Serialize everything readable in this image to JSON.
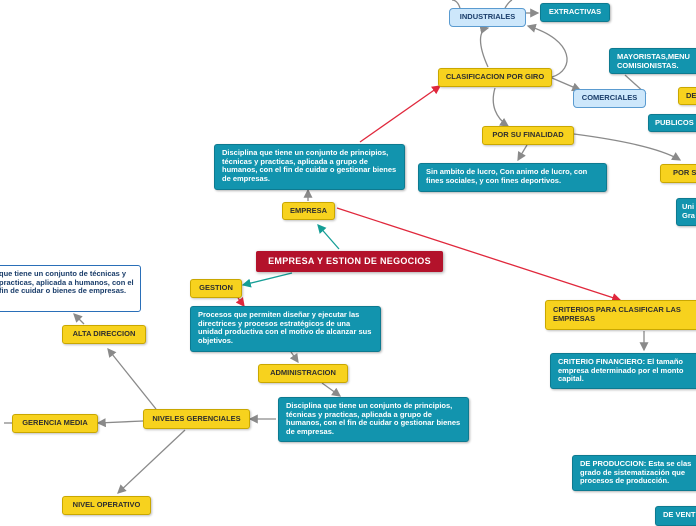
{
  "central": "EMPRESA Y ESTION DE NEGOCIOS",
  "empresa": {
    "label": "EMPRESA",
    "definition": "Disciplina que tiene un conjunto de principios, técnicas y practicas, aplicada a grupo de humanos, con el fin de cuidar o gestionar bienes de empresas."
  },
  "clasificacion": {
    "label": "CLASIFICACION POR GIRO",
    "industriales": "INDUSTRIALES",
    "extractivas": "EXTRACTIVAS",
    "comerciales": "COMERCIALES",
    "mayoristas": "MAYORISTAS,MENU COMISIONISTAS.",
    "de": "DE",
    "publicos": "PUBLICOS"
  },
  "finalidad": {
    "label": "POR SU FINALIDAD",
    "definition": "Sin ambito de lucro, Con animo de lucro, con fines sociales, y con fines deportivos.",
    "por_su": "POR SU",
    "uni_gra": "Uni Gra"
  },
  "gestion": {
    "label": "GESTION",
    "definition": "Procesos que permiten diseñar y ejecutar las directrices y procesos estratégicos de una unidad productiva con el motivo de alcanzar sus objetivos."
  },
  "administracion": {
    "label": "ADMINISTRACION",
    "definition": "Disciplina que tiene un conjunto de principios, técnicas y practicas, aplicada a grupo de humanos, con el fin de cuidar o gestionar bienes de empresas."
  },
  "niveles": {
    "label": "NIVELES GERENCIALES",
    "alta": "ALTA DIRECCION",
    "alta_def": "que tiene un conjunto de técnicas y practicas, aplicada a humanos, con el fin de cuidar o bienes de empresas.",
    "media": "GERENCIA MEDIA",
    "operativo": "NIVEL OPERATIVO"
  },
  "criterios": {
    "label": "CRITERIOS PARA CLASIFICAR LAS EMPRESAS",
    "financiero": "CRITERIO FINANCIERO: El tamaño empresa determinado por el monto capital.",
    "produccion": "DE PRODUCCION: Esta se clas grado de sistematización que procesos de producción.",
    "ventas": "DE VENT"
  }
}
